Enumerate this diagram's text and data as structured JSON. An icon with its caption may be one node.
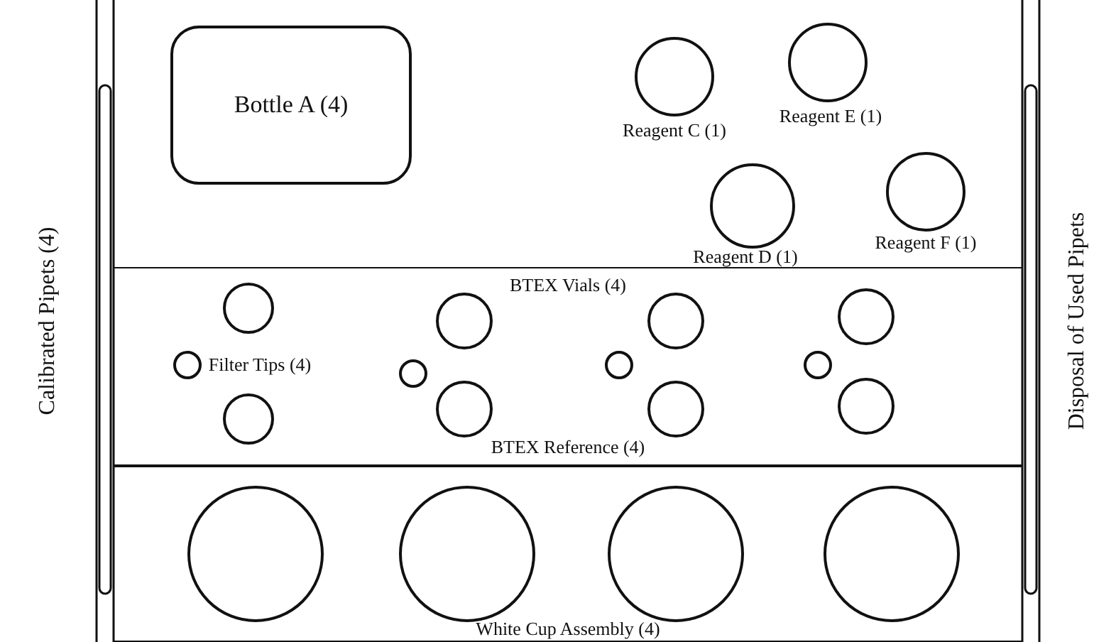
{
  "diagram": {
    "nodes": [
      {
        "text": [
          "Calibrated Pipets (4)"
        ]
      },
      {
        "text": [
          "Bottle A (4)"
        ]
      },
      {
        "text": [],
        "shape": "circle",
        "beside": [
          "Reagent C (1)"
        ]
      },
      {
        "text": [],
        "shape": "circle",
        "beside": [
          "Reagent E (1)"
        ]
      },
      {
        "text": [],
        "shape": "circle",
        "beside": [
          "Reagent D (1)"
        ]
      },
      {
        "text": [],
        "shape": "circle",
        "beside": [
          "Reagent F (1)"
        ]
      },
      {
        "text": [
          "BTEX Vials (4)",
          "BTEX Reference (4)"
        ]
      },
      {
        "text": [],
        "shape": "circle",
        "in": 6,
        "beside": [
          "Filter Tips (4)"
        ]
      },
      {
        "text": [],
        "shape": "circle",
        "in": 6
      },
      {
        "text": [],
        "shape": "circle",
        "in": 6
      },
      {
        "text": [],
        "shape": "circle",
        "in": 6
      },
      {
        "text": [],
        "shape": "circle",
        "in": 6
      },
      {
        "text": [],
        "shape": "circle",
        "in": 6
      },
      {
        "text": [],
        "shape": "circle",
        "in": 6
      },
      {
        "text": [],
        "shape": "circle",
        "in": 6
      },
      {
        "text": [],
        "shape": "circle",
        "in": 6
      },
      {
        "text": [],
        "shape": "circle",
        "in": 6
      },
      {
        "text": [],
        "shape": "circle",
        "in": 6
      },
      {
        "text": [],
        "shape": "circle",
        "in": 6
      },
      {
        "text": [
          "White Cup Assembly (4)"
        ]
      },
      {
        "text": [],
        "shape": "circle",
        "in": 19
      },
      {
        "text": [],
        "shape": "circle",
        "in": 19
      },
      {
        "text": [],
        "shape": "circle",
        "in": 19
      },
      {
        "text": [],
        "shape": "circle",
        "in": 19
      },
      {
        "text": [
          "Disposal of Used Pipets"
        ]
      }
    ],
    "edges": []
  }
}
